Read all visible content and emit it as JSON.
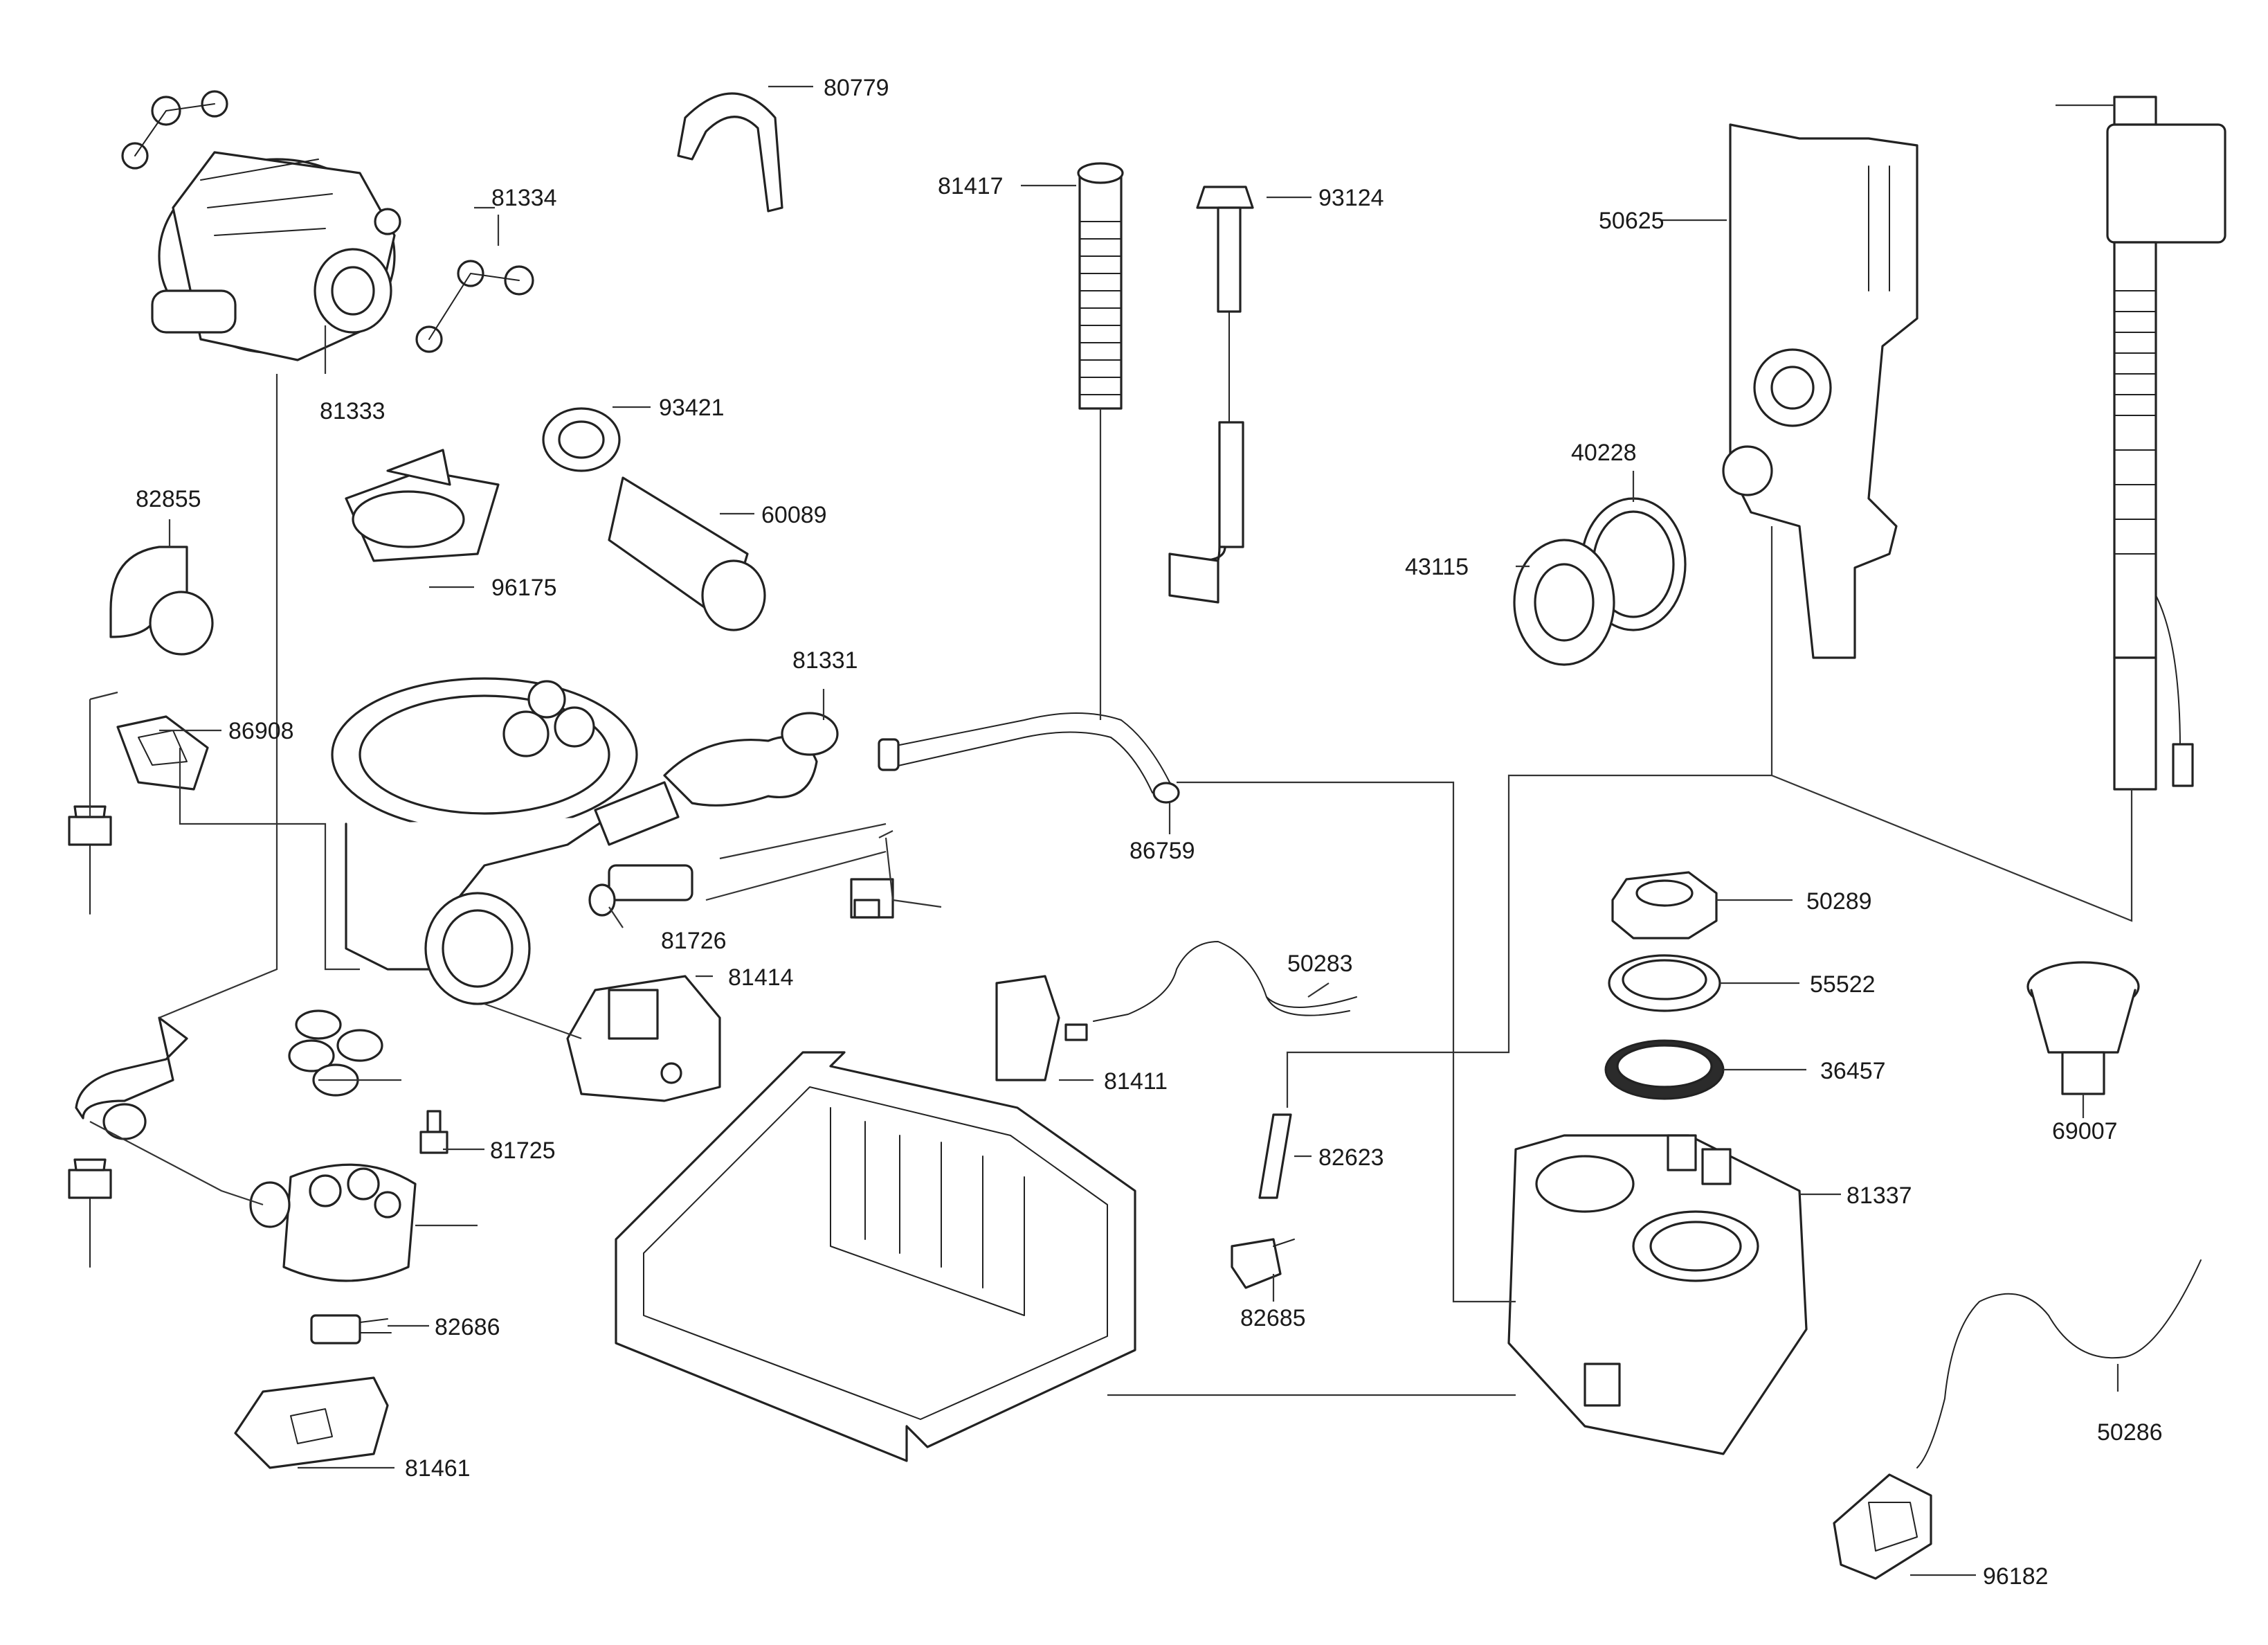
{
  "labels": {
    "p80779": "80779",
    "p81334": "81334",
    "p81333": "81333",
    "p81417": "81417",
    "p93124": "93124",
    "p50625": "50625",
    "p93421": "93421",
    "p60089": "60089",
    "p96175": "96175",
    "p82855": "82855",
    "p86908": "86908",
    "p40228": "40228",
    "p43115": "43115",
    "p81331": "81331",
    "p86759": "86759",
    "p81726": "81726",
    "p50289": "50289",
    "p81414": "81414",
    "p50283": "50283",
    "p55522": "55522",
    "p36457": "36457",
    "p69007": "69007",
    "p81411": "81411",
    "p81725": "81725",
    "p82623": "82623",
    "p81337": "81337",
    "p82686": "82686",
    "p82685": "82685",
    "p50286": "50286",
    "p81461": "81461",
    "p96182": "96182"
  }
}
